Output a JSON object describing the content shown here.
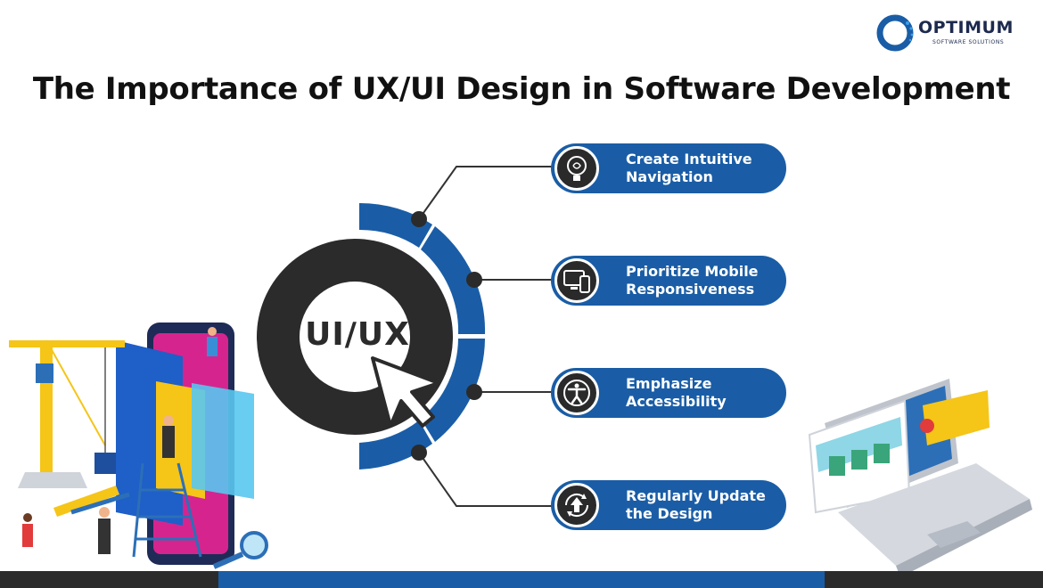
{
  "logo": {
    "name": "OPTIMUM",
    "tagline": "SOFTWARE SOLUTIONS"
  },
  "title": "The Importance of UX/UI Design in Software Development",
  "center_label": "UI/UX",
  "items": [
    {
      "line1": "Create Intuitive",
      "line2": "Navigation",
      "icon": "brain-bulb-icon"
    },
    {
      "line1": "Prioritize Mobile",
      "line2": "Responsiveness",
      "icon": "devices-icon"
    },
    {
      "line1": "Emphasize",
      "line2": "Accessibility",
      "icon": "accessibility-icon"
    },
    {
      "line1": "Regularly Update",
      "line2": "the Design",
      "icon": "update-arrow-icon"
    }
  ],
  "colors": {
    "accent": "#1a5da6",
    "dark": "#2b2b2b",
    "yellow": "#f5c518",
    "magenta": "#d6248e"
  },
  "illustrations": [
    "construction-phone-illustration",
    "laptop-illustration"
  ]
}
